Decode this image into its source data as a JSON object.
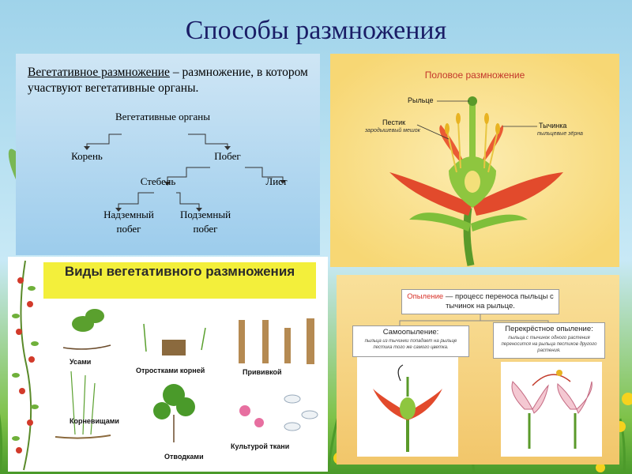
{
  "page": {
    "title": "Способы размножения"
  },
  "vegetative": {
    "definition_term": "Вегетативное размножение",
    "definition_rest": " – размножение, в котором участвуют вегетативные органы.",
    "tree": {
      "root": "Вегетативные органы",
      "koren": "Корень",
      "pobeg": "Побег",
      "stebel": "Стебель",
      "list": "Лист",
      "nadzemny": "Надземный побег",
      "podzemny": "Подземный побег"
    }
  },
  "sexual": {
    "heading": "Половое размножение",
    "labels": {
      "rylce": "Рыльце",
      "pestik": "Пестик",
      "pestik_sub": "зародышевый мешок",
      "tychinka": "Тычинка",
      "tychinka_sub": "пыльцевые зёрна"
    }
  },
  "types": {
    "banner": "Виды вегетативного размножения",
    "captions": {
      "usami": "Усами",
      "otrostkami": "Отростками корней",
      "privivkoy": "Прививкой",
      "kornevishami": "Корневищами",
      "otvodkami": "Отводками",
      "kulturoy": "Культурой ткани"
    }
  },
  "pollination": {
    "def_term": "Опыление",
    "def_rest": " — процесс переноса пыльцы с тычинок на рыльце.",
    "self": {
      "title": "Самоопыление:",
      "desc": "пыльца из тычинки попадает на рыльце пестика того же самого цветка."
    },
    "cross": {
      "title": "Перекрёстное опыление:",
      "desc": "пыльца с тычинок одного растения переносится на рыльца пестиков другого растения."
    }
  },
  "colors": {
    "title": "#1a1d66",
    "accent_red": "#d8322a",
    "banner": "#f3ef3b"
  }
}
